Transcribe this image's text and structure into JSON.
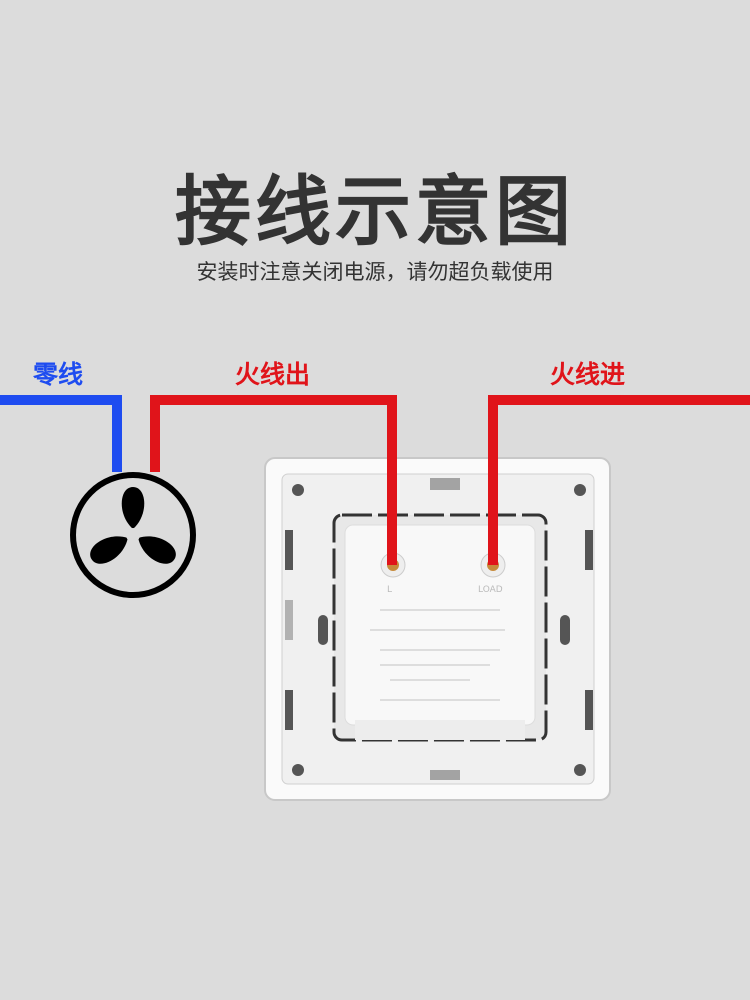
{
  "title": "接线示意图",
  "subtitle": "安装时注意关闭电源，请勿超负载使用",
  "labels": {
    "neutral": "零线",
    "live_out": "火线出",
    "live_in": "火线进"
  },
  "terminals": {
    "left": "L",
    "right": "LOAD"
  },
  "colors": {
    "neutral": "#1e4cf0",
    "live": "#e0141a",
    "background": "#dcdcdc"
  }
}
